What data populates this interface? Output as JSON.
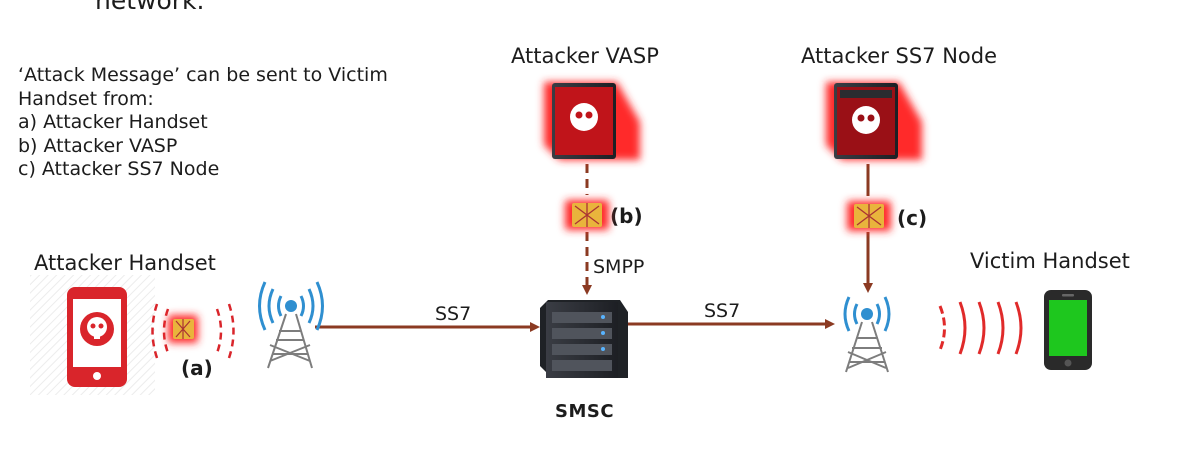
{
  "header_fragment": "network.",
  "intro": {
    "line1": "‘Attack Message’ can be sent to Victim",
    "line2": "Handset from:",
    "items": [
      "a) Attacker Handset",
      "b) Attacker VASP",
      "c) Attacker SS7 Node"
    ]
  },
  "nodes": {
    "attacker_vasp": "Attacker VASP",
    "attacker_ss7_node": "Attacker SS7 Node",
    "attacker_handset": "Attacker Handset",
    "victim_handset": "Victim Handset",
    "smsc": "SMSC"
  },
  "connections": {
    "ss7_left": "SS7",
    "ss7_right": "SS7",
    "smpp": "SMPP"
  },
  "tags": {
    "a": "(a)",
    "b": "(b)",
    "c": "(c)"
  },
  "colors": {
    "arrow": "#8b3a22",
    "attacker_red": "#d9252b",
    "victim_green": "#1ec71e",
    "antenna_blue": "#2f8fd0"
  }
}
